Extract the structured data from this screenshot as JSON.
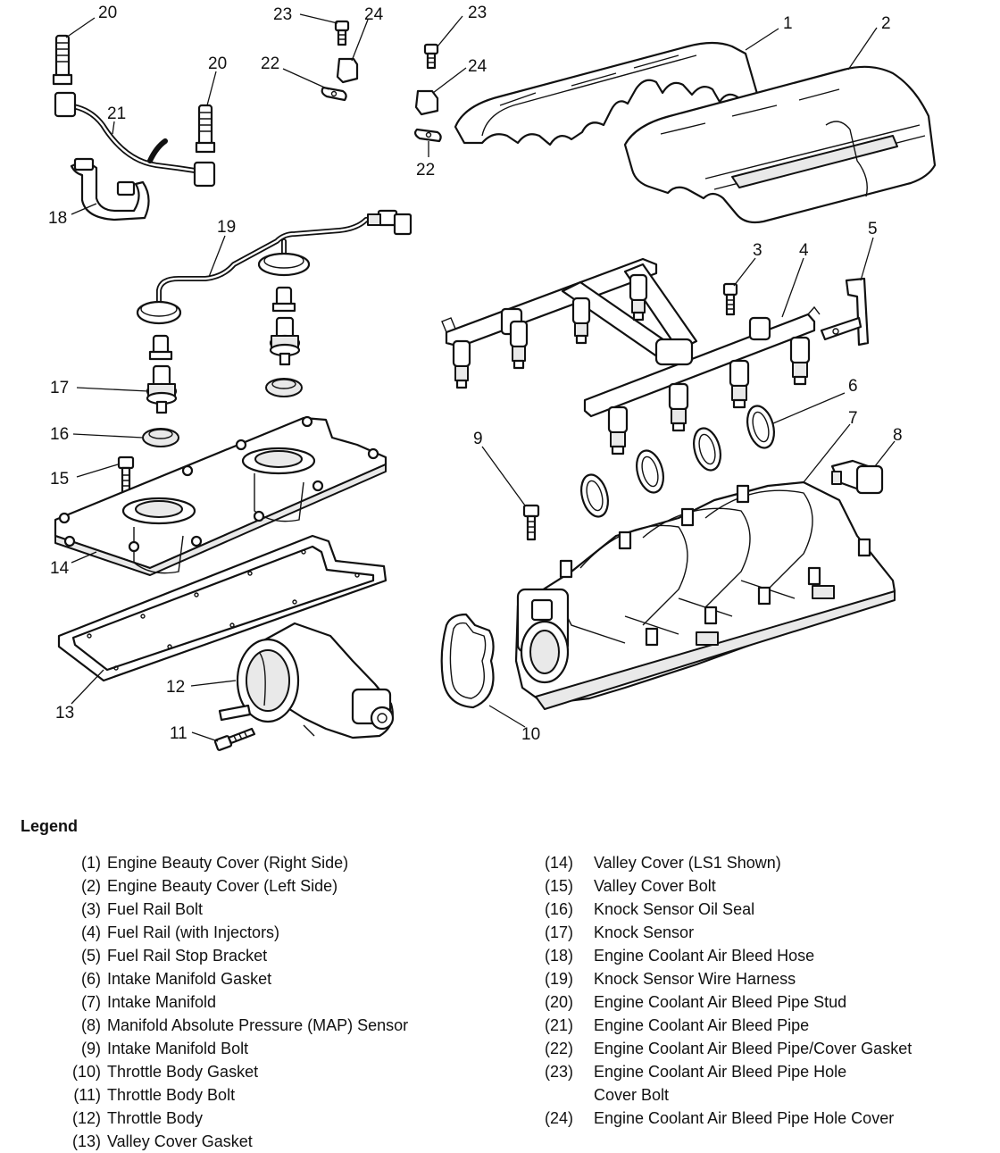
{
  "callouts": {
    "c20a": "20",
    "c23a": "23",
    "c24a": "24",
    "c22a": "22",
    "c20b": "20",
    "c21": "21",
    "c18": "18",
    "c23b": "23",
    "c24b": "24",
    "c22b": "22",
    "c1": "1",
    "c2": "2",
    "c19": "19",
    "c3": "3",
    "c4": "4",
    "c5": "5",
    "c17": "17",
    "c16": "16",
    "c6": "6",
    "c7": "7",
    "c8": "8",
    "c9": "9",
    "c15": "15",
    "c14": "14",
    "c12": "12",
    "c13": "13",
    "c11": "11",
    "c10": "10"
  },
  "legend": {
    "title": "Legend",
    "left": [
      {
        "num": "(1)",
        "text": "Engine Beauty Cover (Right Side)"
      },
      {
        "num": "(2)",
        "text": "Engine Beauty Cover (Left Side)"
      },
      {
        "num": "(3)",
        "text": "Fuel Rail Bolt"
      },
      {
        "num": "(4)",
        "text": "Fuel Rail (with Injectors)"
      },
      {
        "num": "(5)",
        "text": "Fuel Rail Stop Bracket"
      },
      {
        "num": "(6)",
        "text": "Intake Manifold Gasket"
      },
      {
        "num": "(7)",
        "text": "Intake Manifold"
      },
      {
        "num": "(8)",
        "text": "Manifold Absolute Pressure (MAP) Sensor"
      },
      {
        "num": "(9)",
        "text": "Intake Manifold Bolt"
      },
      {
        "num": "(10)",
        "text": "Throttle Body Gasket"
      },
      {
        "num": "(11)",
        "text": "Throttle Body Bolt"
      },
      {
        "num": "(12)",
        "text": "Throttle Body"
      },
      {
        "num": "(13)",
        "text": "Valley Cover Gasket"
      }
    ],
    "right": [
      {
        "num": "(14)",
        "text": "Valley Cover (LS1 Shown)"
      },
      {
        "num": "(15)",
        "text": "Valley Cover Bolt"
      },
      {
        "num": "(16)",
        "text": "Knock Sensor Oil Seal"
      },
      {
        "num": "(17)",
        "text": "Knock Sensor"
      },
      {
        "num": "(18)",
        "text": "Engine Coolant Air Bleed Hose"
      },
      {
        "num": "(19)",
        "text": "Knock Sensor Wire Harness"
      },
      {
        "num": "(20)",
        "text": "Engine Coolant Air Bleed Pipe Stud"
      },
      {
        "num": "(21)",
        "text": "Engine Coolant Air Bleed Pipe"
      },
      {
        "num": "(22)",
        "text": "Engine Coolant Air Bleed Pipe/Cover Gasket"
      },
      {
        "num": "(23)",
        "text": "Engine Coolant Air Bleed Pipe Hole\nCover Bolt"
      },
      {
        "num": "(24)",
        "text": "Engine Coolant Air Bleed Pipe Hole Cover"
      }
    ]
  }
}
